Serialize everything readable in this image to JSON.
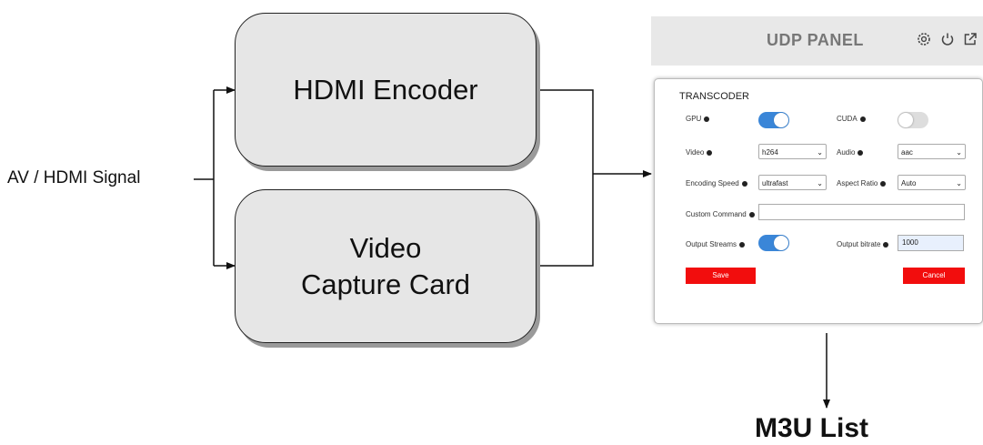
{
  "diagram": {
    "input_label": "AV / HDMI Signal",
    "box_hdmi": "HDMI Encoder",
    "box_capture": "Video\nCapture Card",
    "output_label": "M3U List"
  },
  "panel": {
    "title": "UDP PANEL",
    "header_icons": [
      "gear-icon",
      "power-icon",
      "external-link-icon"
    ],
    "section": "TRANSCODER",
    "fields": {
      "gpu": {
        "label": "GPU",
        "enabled": true
      },
      "cuda": {
        "label": "CUDA",
        "enabled": false
      },
      "video": {
        "label": "Video",
        "value": "h264"
      },
      "audio": {
        "label": "Audio",
        "value": "aac"
      },
      "encoding_speed": {
        "label": "Encoding Speed",
        "value": "ultrafast"
      },
      "aspect_ratio": {
        "label": "Aspect Ratio",
        "value": "Auto"
      },
      "custom_command": {
        "label": "Custom Command",
        "value": ""
      },
      "output_streams": {
        "label": "Output Streams",
        "enabled": true
      },
      "output_bitrate": {
        "label": "Output bitrate",
        "value": "1000"
      }
    },
    "buttons": {
      "save": "Save",
      "cancel": "Cancel"
    },
    "colors": {
      "toggle_on": "#3a86d8",
      "button": "#f20d0d"
    }
  }
}
